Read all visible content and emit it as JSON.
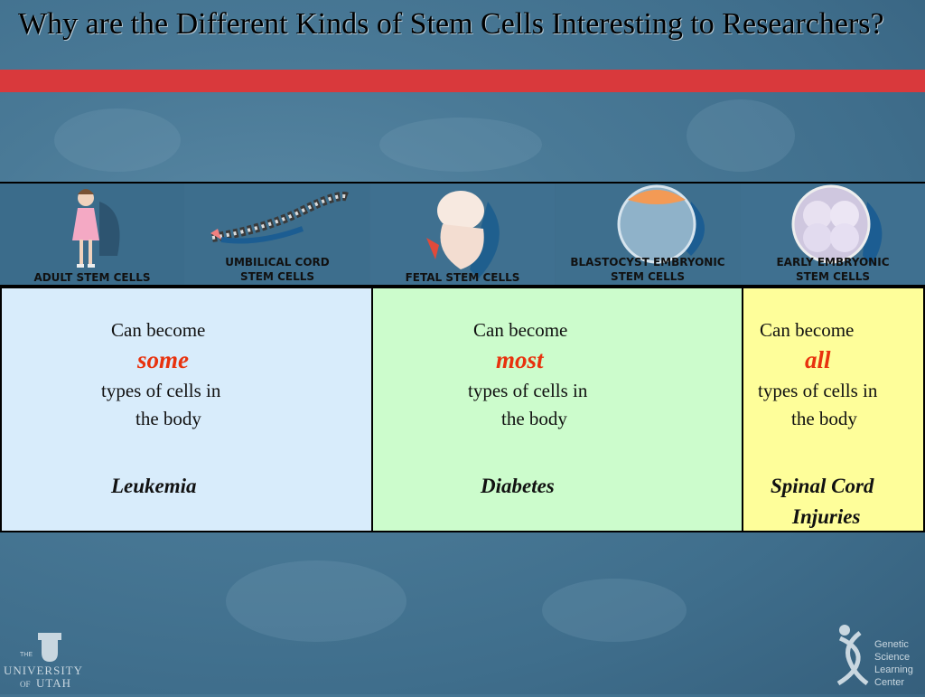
{
  "slide": {
    "title": "Why are the Different Kinds of Stem Cells Interesting to Researchers?"
  },
  "image_strip": {
    "labels": [
      {
        "line1": "ADULT STEM CELLS",
        "line2": ""
      },
      {
        "line1": "UMBILICAL CORD",
        "line2": "STEM CELLS"
      },
      {
        "line1": "FETAL STEM CELLS",
        "line2": ""
      },
      {
        "line1": "BLASTOCYST EMBRYONIC",
        "line2": "STEM CELLS"
      },
      {
        "line1": "EARLY EMBRYONIC",
        "line2": "STEM CELLS"
      }
    ]
  },
  "columns": [
    {
      "can_become": "Can become",
      "keyword": "some",
      "types_line": "types of cells in",
      "body_line": "the body",
      "disease_line1": "Leukemia",
      "disease_line2": ""
    },
    {
      "can_become": "Can become",
      "keyword": "most",
      "types_line": "types of cells in",
      "body_line": "the body",
      "disease_line1": "Diabetes",
      "disease_line2": ""
    },
    {
      "can_become": "Can become",
      "keyword": "all",
      "types_line": "types of cells in",
      "body_line": "the body",
      "disease_line1": "Spinal Cord",
      "disease_line2": "Injuries"
    }
  ],
  "footer": {
    "left_logo": {
      "the": "THE",
      "university": "UNIVERSITY",
      "of": "OF",
      "utah": "UTAH"
    },
    "right_logo": {
      "line1": "Genetic",
      "line2": "Science",
      "line3": "Learning",
      "line4": "Center"
    }
  },
  "colors": {
    "red_bar": "#d9393c",
    "keyword": "#e8320e",
    "col_adult_bg": "#d8ecfb",
    "col_fetal_bg": "#ccfccc",
    "col_early_bg": "#fefe9a"
  }
}
